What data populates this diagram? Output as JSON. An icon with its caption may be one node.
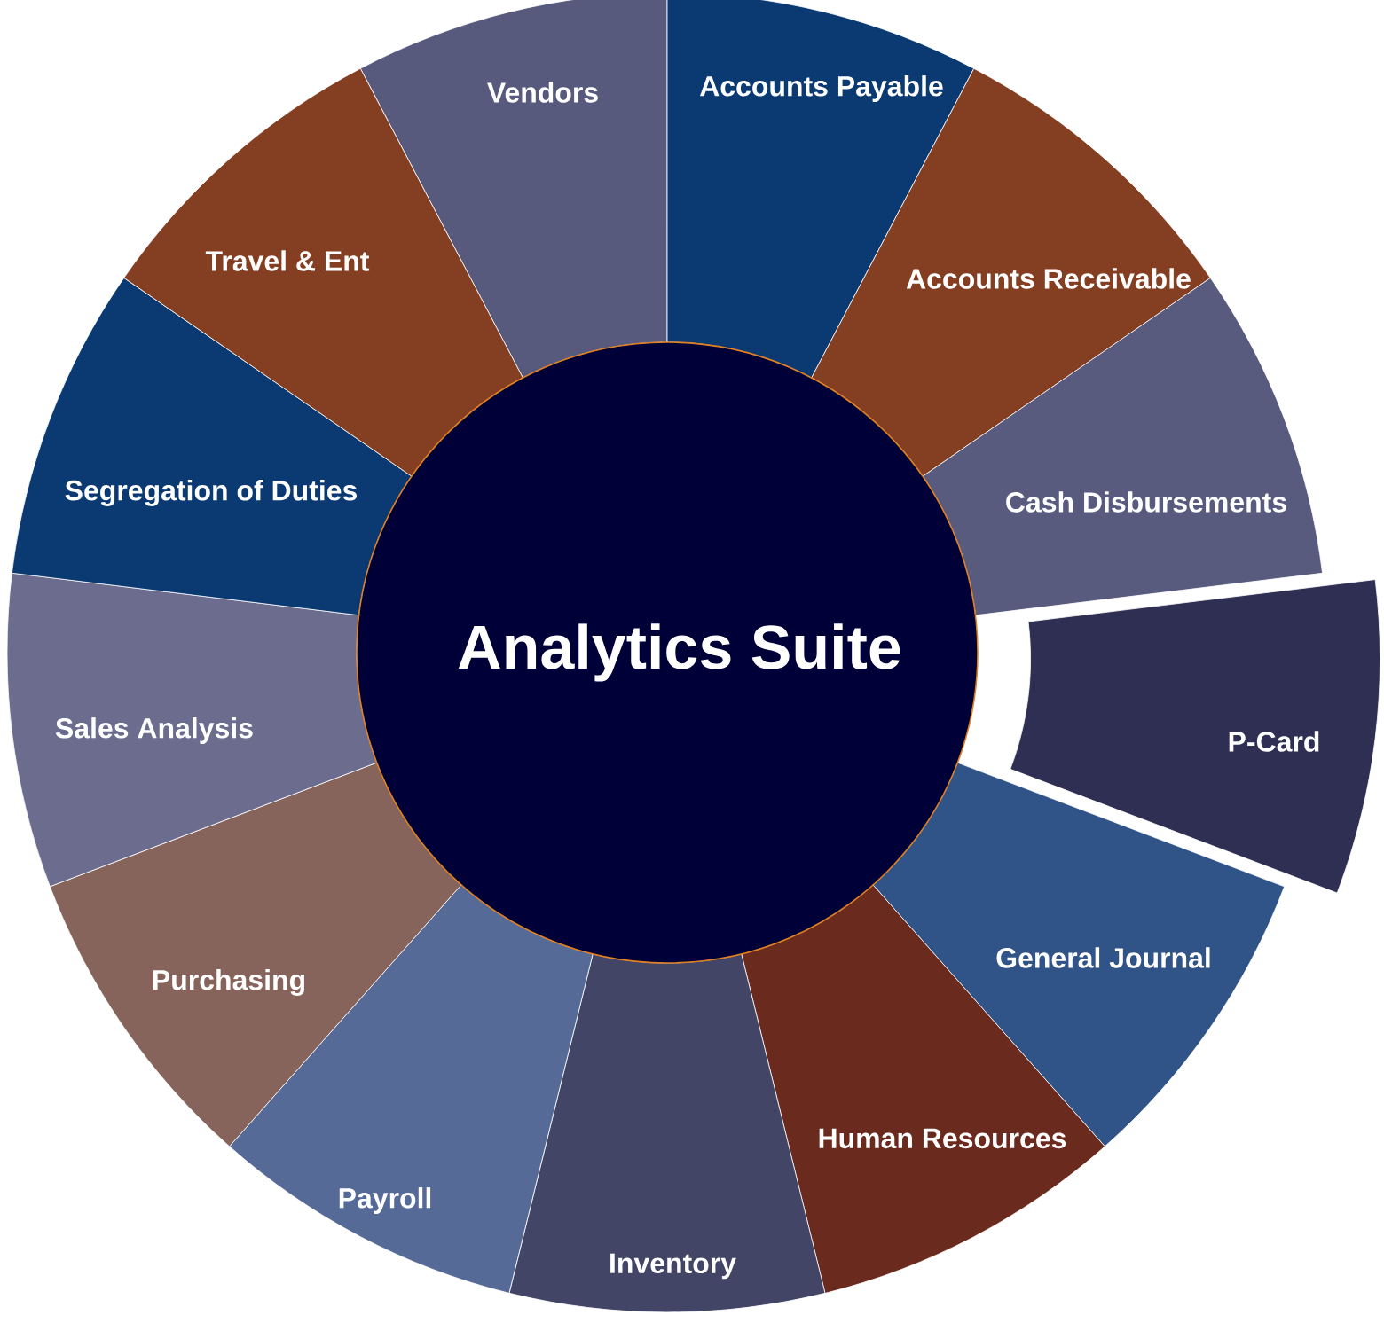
{
  "diagram": {
    "nodes": [
      {
        "text": [
          "Analytics Suite"
        ]
      },
      {
        "text": [
          "Vendors"
        ]
      },
      {
        "text": [
          "Accounts Payable"
        ]
      },
      {
        "text": [
          "Accounts Receivable"
        ]
      },
      {
        "text": [
          "Cash Disbursements"
        ]
      },
      {
        "text": [
          "P-Card"
        ]
      },
      {
        "text": [
          "General Journal"
        ]
      },
      {
        "text": [
          "Human Resources"
        ]
      },
      {
        "text": [
          "Inventory"
        ]
      },
      {
        "text": [
          "Payroll"
        ]
      },
      {
        "text": [
          "Purchasing"
        ]
      },
      {
        "text": [
          "Sales Analysis"
        ]
      },
      {
        "text": [
          "Segregation of Duties"
        ]
      },
      {
        "text": [
          "Travel & Ent"
        ]
      }
    ]
  }
}
